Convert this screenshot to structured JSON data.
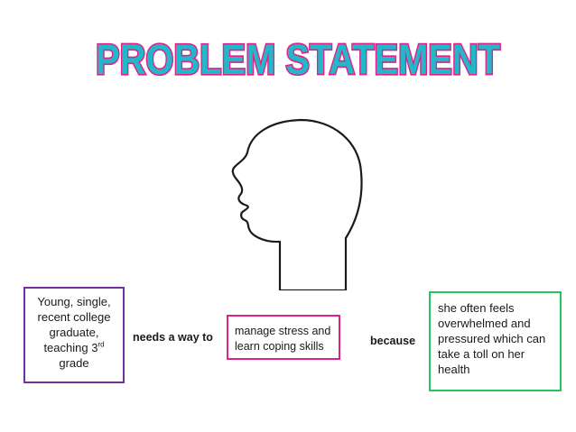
{
  "title": "PROBLEM STATEMENT",
  "user": {
    "lines": [
      "Young, single,",
      "recent college",
      "graduate,"
    ],
    "last_pre": "teaching 3",
    "sup": "rd",
    "last_post": "grade"
  },
  "connector_needs": "needs a way to",
  "need": {
    "lines": [
      "manage stress and",
      "learn coping skills"
    ]
  },
  "connector_because": "because",
  "insight": {
    "lines": [
      "she often feels",
      "overwhelmed and",
      "pressured which can",
      "take a toll on her",
      "health"
    ]
  },
  "colors": {
    "title_fill": "#24b7c9",
    "title_outline": "#e0218a",
    "user_border": "#7030a0",
    "need_border": "#e0218a",
    "insight_border": "#22c55e"
  }
}
